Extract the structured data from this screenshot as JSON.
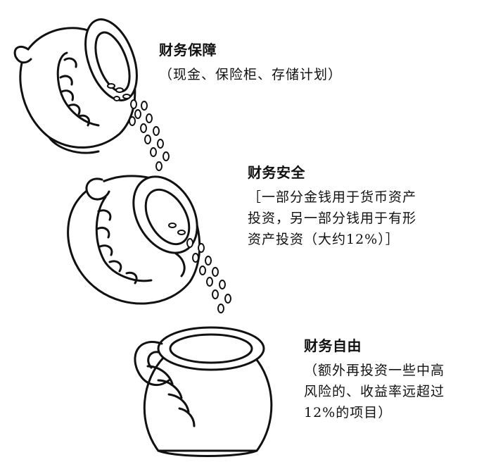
{
  "levels": [
    {
      "title": "财务保障",
      "description_lines": [
        "（现金、保险柜、存储计划）"
      ]
    },
    {
      "title": "财务安全",
      "description_lines": [
        "［一部分金钱用于货币资产",
        "投资，另一部分钱用于有形",
        "资产投资（大约12%）］"
      ]
    },
    {
      "title": "财务自由",
      "description_lines": [
        "（额外再投资一些中高",
        "风险的、收益率远超过",
        "12%的项目）"
      ]
    }
  ]
}
